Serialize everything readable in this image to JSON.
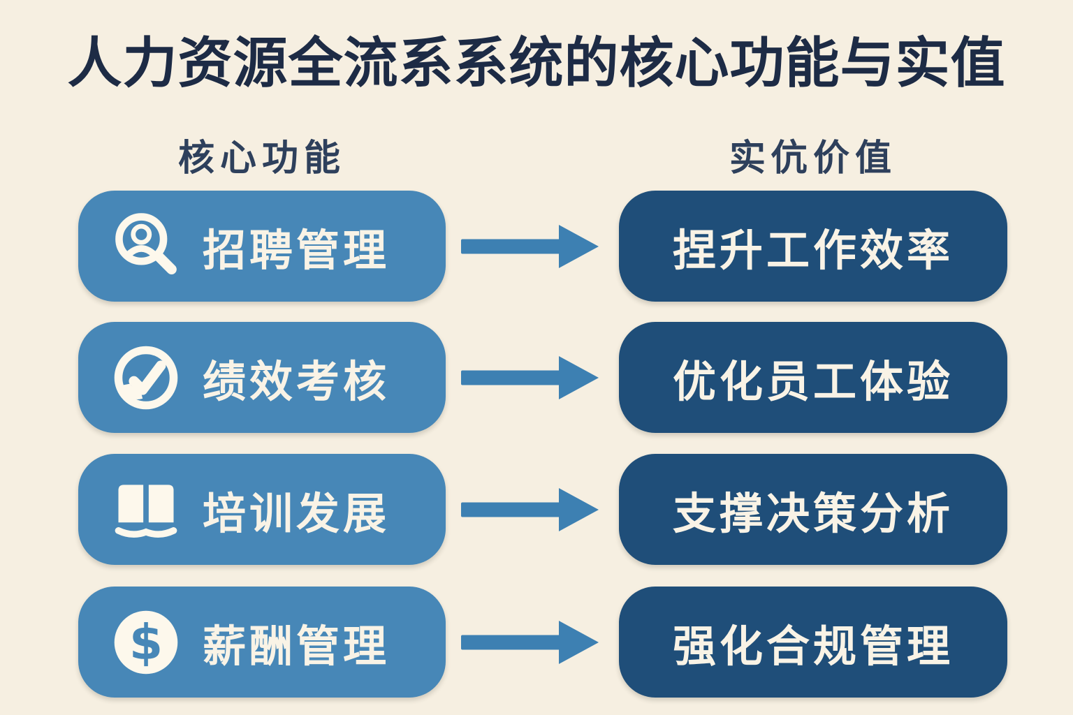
{
  "title": "人力资源全流系系统的核心功能与实值",
  "columns": {
    "left_header": "核心功能",
    "right_header": "实伉价值"
  },
  "rows": [
    {
      "icon": "user-search-icon",
      "function": "招聘管理",
      "value": "捏升工作效率"
    },
    {
      "icon": "check-circle-icon",
      "function": "绩效考核",
      "value": "优化员工体验"
    },
    {
      "icon": "open-book-icon",
      "function": "培训发展",
      "value": "支撑决策分析"
    },
    {
      "icon": "dollar-circle-icon",
      "function": "薪酬管理",
      "value": "强化合规管理"
    }
  ],
  "colors": {
    "bg": "#f6efe1",
    "pill_function": "#4787b7",
    "pill_value": "#1f4e79",
    "arrow": "#3d80b2",
    "title": "#1d2b45",
    "header": "#2e405c",
    "pill_text": "#f9f3e6"
  }
}
